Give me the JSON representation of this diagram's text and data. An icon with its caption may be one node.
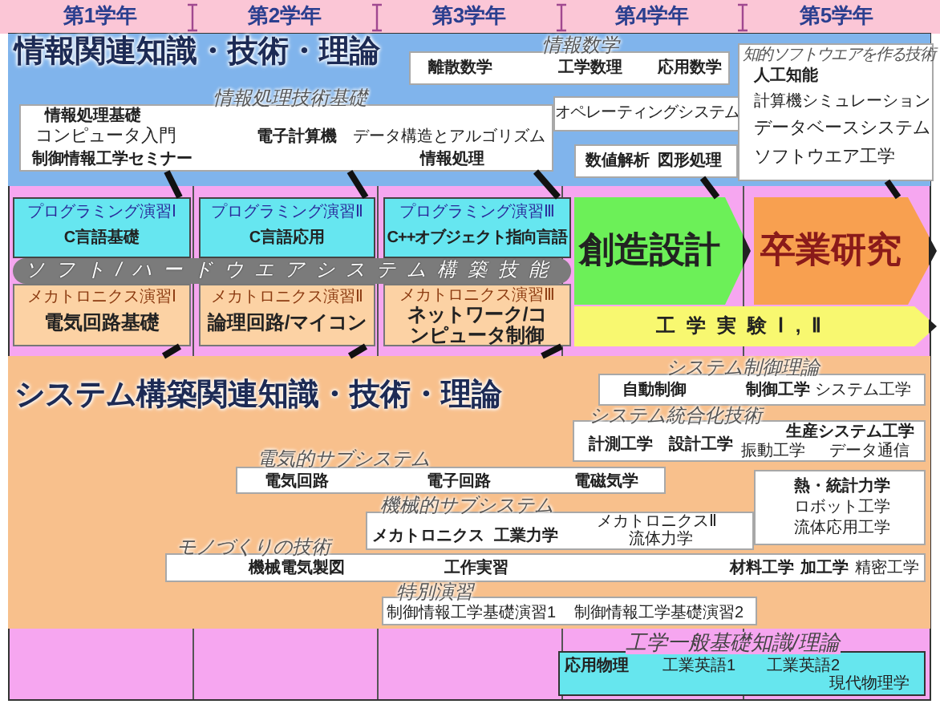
{
  "diagram": {
    "nodes": [
      {
        "text": [
          "情報関連知識・技術・理論"
        ]
      },
      {
        "text": [
          "情報数学",
          "離散数学",
          "工学数理",
          "応用数学"
        ],
        "in": 0
      },
      {
        "text": [
          "情報処理技術基礎",
          "情報処理基礎",
          "コンピュータ入門",
          "制御情報工学セミナー",
          "電子計算機",
          "データ構造とアルゴリズム",
          "情報処理"
        ],
        "in": 0
      },
      {
        "text": [
          "オペレーティングシステム"
        ],
        "in": 0
      },
      {
        "text": [
          "数値解析",
          "図形処理"
        ],
        "in": 0
      },
      {
        "text": [
          "知的ソフトウエアを作る技術",
          "人工知能",
          "計算機シミュレーション",
          "データベースシステム",
          "ソフトウエア工学"
        ],
        "in": 0
      },
      {
        "text": [
          "プログラミング演習Ⅰ",
          "C言語基礎"
        ]
      },
      {
        "text": [
          "プログラミング演習Ⅱ",
          "C言語応用"
        ]
      },
      {
        "text": [
          "プログラミング演習Ⅲ",
          "C++オブジェクト指向言語"
        ]
      },
      {
        "text": [
          "創造設計"
        ]
      },
      {
        "text": [
          "卒業研究"
        ]
      },
      {
        "text": [
          "ソフト/ハードウエアシステム構築技能"
        ]
      },
      {
        "text": [
          "メカトロニクス演習Ⅰ",
          "電気回路基礎"
        ]
      },
      {
        "text": [
          "メカトロニクス演習Ⅱ",
          "論理回路/マイコン"
        ]
      },
      {
        "text": [
          "メカトロニクス演習Ⅲ",
          "ネットワーク/コンピュータ制御"
        ]
      },
      {
        "text": [
          "工学実験Ⅰ,Ⅱ"
        ]
      },
      {
        "text": [
          "システム構築関連知識・技術・理論"
        ]
      },
      {
        "text": [
          "システム制御理論",
          "自動制御",
          "制御工学",
          "システム工学"
        ],
        "in": 16
      },
      {
        "text": [
          "システム統合化技術",
          "生産システム工学",
          "計測工学",
          "設計工学",
          "振動工学",
          "データ通信"
        ],
        "in": 16
      },
      {
        "text": [
          "電気的サブシステム",
          "電気回路",
          "電子回路",
          "電磁気学"
        ],
        "in": 16
      },
      {
        "text": [
          "熱・統計力学",
          "ロボット工学",
          "流体応用工学"
        ],
        "in": 16
      },
      {
        "text": [
          "機械的サブシステム",
          "メカトロニクス",
          "工業力学",
          "メカトロニクスⅡ",
          "流体力学"
        ],
        "in": 16
      },
      {
        "text": [
          "モノづくりの技術",
          "機械電気製図",
          "工作実習",
          "材料工学",
          "加工学",
          "精密工学"
        ],
        "in": 16
      },
      {
        "text": [
          "特別演習",
          "制御情報工学基礎演習1",
          "制御情報工学基礎演習2"
        ],
        "in": 16
      },
      {
        "text": [
          "工学一般基礎知識/理論",
          "応用物理",
          "工業英語1",
          "工業英語2",
          "現代物理学"
        ]
      }
    ],
    "edges": [
      {
        "from": 6,
        "to": 2,
        "arrow": "none"
      },
      {
        "from": 7,
        "to": 2,
        "arrow": "none"
      },
      {
        "from": 8,
        "to": 2,
        "arrow": "none"
      },
      {
        "from": 9,
        "to": 4,
        "arrow": "none"
      },
      {
        "from": 10,
        "to": 5,
        "arrow": "none"
      },
      {
        "from": 12,
        "to": 16,
        "arrow": "none"
      },
      {
        "from": 13,
        "to": 16,
        "arrow": "none"
      },
      {
        "from": 14,
        "to": 16,
        "arrow": "none"
      }
    ],
    "labels": [
      "第1学年",
      "第2学年",
      "第3学年",
      "第4学年",
      "第5学年"
    ]
  }
}
